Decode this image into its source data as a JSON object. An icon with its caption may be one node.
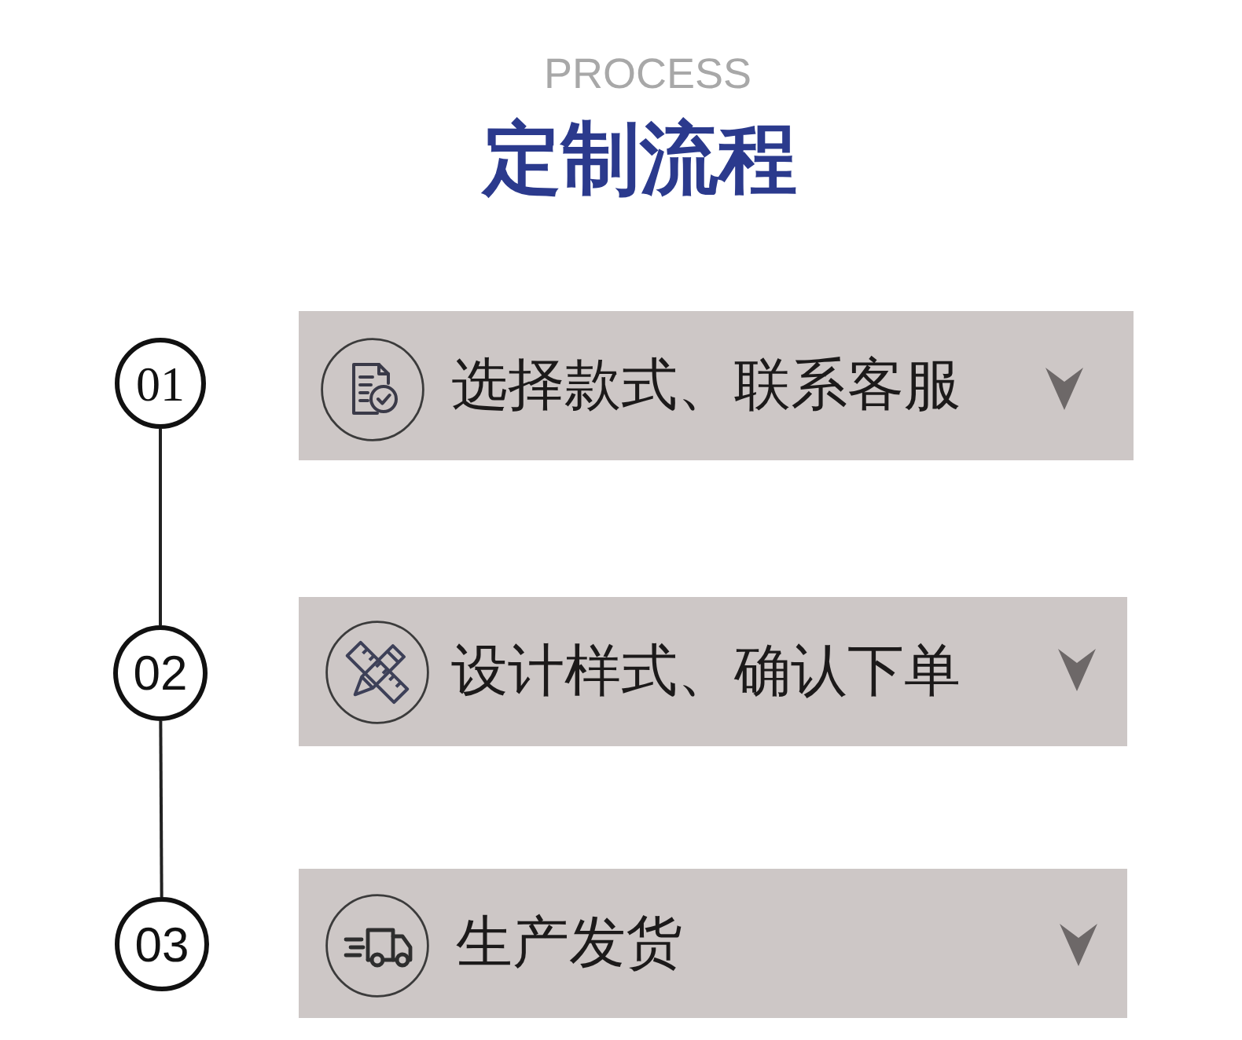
{
  "diagram": {
    "title": "定制流程",
    "nodes": [
      {
        "text": [
          "01"
        ]
      },
      {
        "text": [
          "选择款式、联系客服"
        ]
      },
      {
        "text": [
          "02"
        ]
      },
      {
        "text": [
          "设计样式、确认下单"
        ]
      },
      {
        "text": [
          "03"
        ]
      },
      {
        "text": [
          "生产发货"
        ]
      }
    ],
    "edges": [
      {
        "from": 0,
        "to": 2,
        "arrow": "none"
      },
      {
        "from": 2,
        "to": 4,
        "arrow": "none"
      }
    ],
    "labels": [
      "PROCESS"
    ]
  }
}
